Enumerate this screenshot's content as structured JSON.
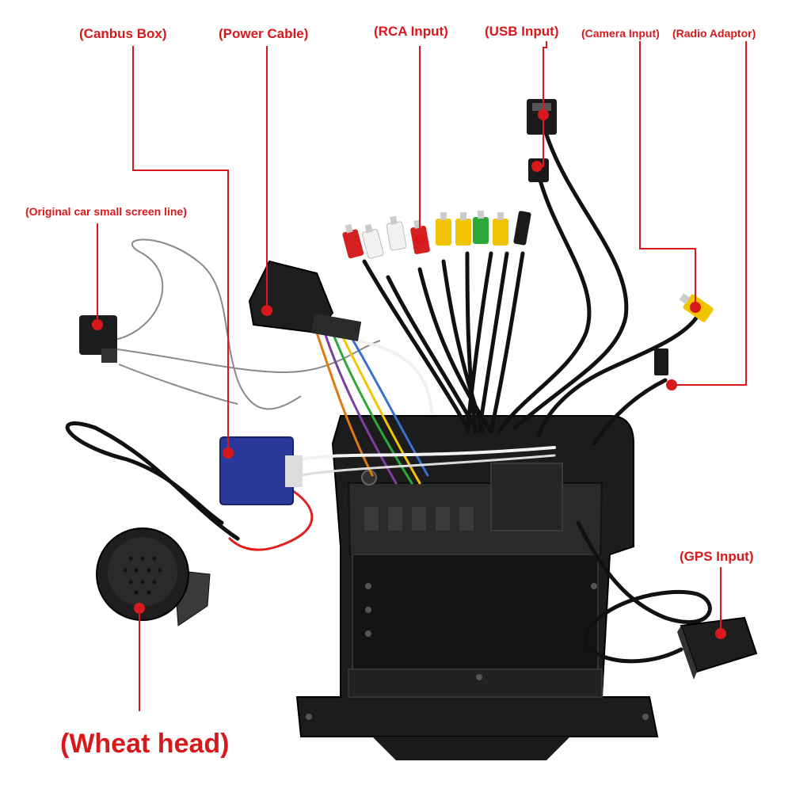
{
  "callouts": {
    "canbus_box": "(Canbus Box)",
    "power_cable": "(Power Cable)",
    "rca_input": "(RCA Input)",
    "usb_input": "(USB Input)",
    "camera_input": "(Camera Input)",
    "radio_adaptor": "(Radio Adaptor)",
    "original_screen_line": "(Original car small screen line)",
    "gps_input": "(GPS Input)",
    "wheat_head": "(Wheat head)"
  },
  "colors": {
    "callout": "#d7191c",
    "frame": "#1c1c1c",
    "canbus": "#2b3a9a",
    "rca_red": "#d42020",
    "rca_white": "#f2f2f2",
    "rca_yellow": "#f2c400",
    "rca_green": "#2aa83a"
  },
  "icons": [
    "usb-connector-icon",
    "rca-plug-icon",
    "antenna-icon",
    "microphone-icon"
  ]
}
